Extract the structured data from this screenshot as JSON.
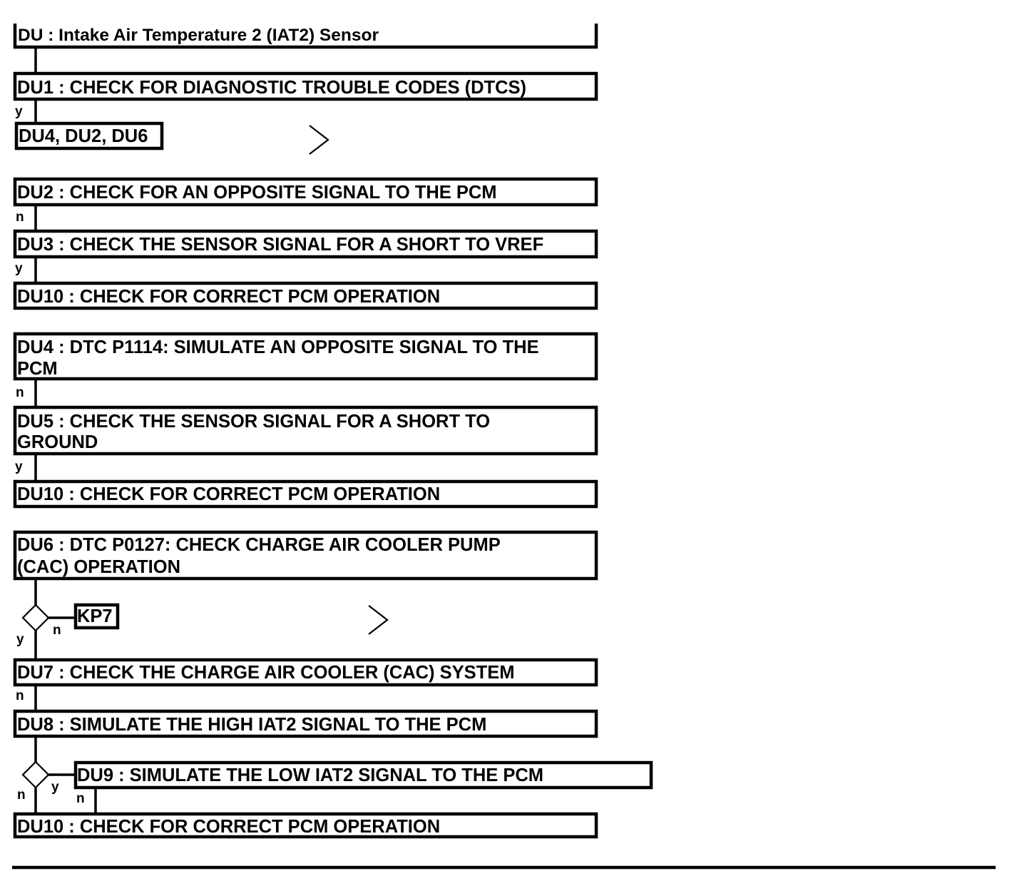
{
  "steps": {
    "du": "DU : Intake Air Temperature 2 (IAT2) Sensor",
    "du1": "DU1 : CHECK FOR DIAGNOSTIC TROUBLE CODES (DTCS)",
    "refs": "DU4, DU2, DU6",
    "du2": "DU2 : CHECK FOR AN OPPOSITE SIGNAL TO THE PCM",
    "du3": "DU3 : CHECK THE SENSOR SIGNAL FOR A SHORT TO VREF",
    "du10_a": "DU10 : CHECK FOR CORRECT PCM OPERATION",
    "du4_l1": "DU4 : DTC P1114: SIMULATE AN OPPOSITE SIGNAL TO THE",
    "du4_l2": "PCM",
    "du5_l1": "DU5 : CHECK THE SENSOR SIGNAL FOR A SHORT TO",
    "du5_l2": "GROUND",
    "du10_b": "DU10 : CHECK FOR CORRECT PCM OPERATION",
    "du6_l1": "DU6 : DTC P0127: CHECK CHARGE AIR COOLER PUMP",
    "du6_l2": "(CAC) OPERATION",
    "kp7": "KP7",
    "du7": "DU7 : CHECK THE CHARGE AIR COOLER (CAC) SYSTEM",
    "du8": "DU8 : SIMULATE THE HIGH IAT2 SIGNAL TO THE PCM",
    "du9": "DU9 : SIMULATE THE LOW IAT2 SIGNAL TO THE PCM",
    "du10_c": "DU10 : CHECK FOR CORRECT PCM OPERATION"
  },
  "branch_labels": {
    "du1_yes": "y",
    "du2_no": "n",
    "du3_yes": "y",
    "du4_no": "n",
    "du5_yes": "y",
    "du6_decision_yes": "y",
    "du6_decision_no": "n",
    "du7_no": "n",
    "du8_decision_no": "n",
    "du8_decision_yes": "y",
    "du9_no": "n"
  }
}
